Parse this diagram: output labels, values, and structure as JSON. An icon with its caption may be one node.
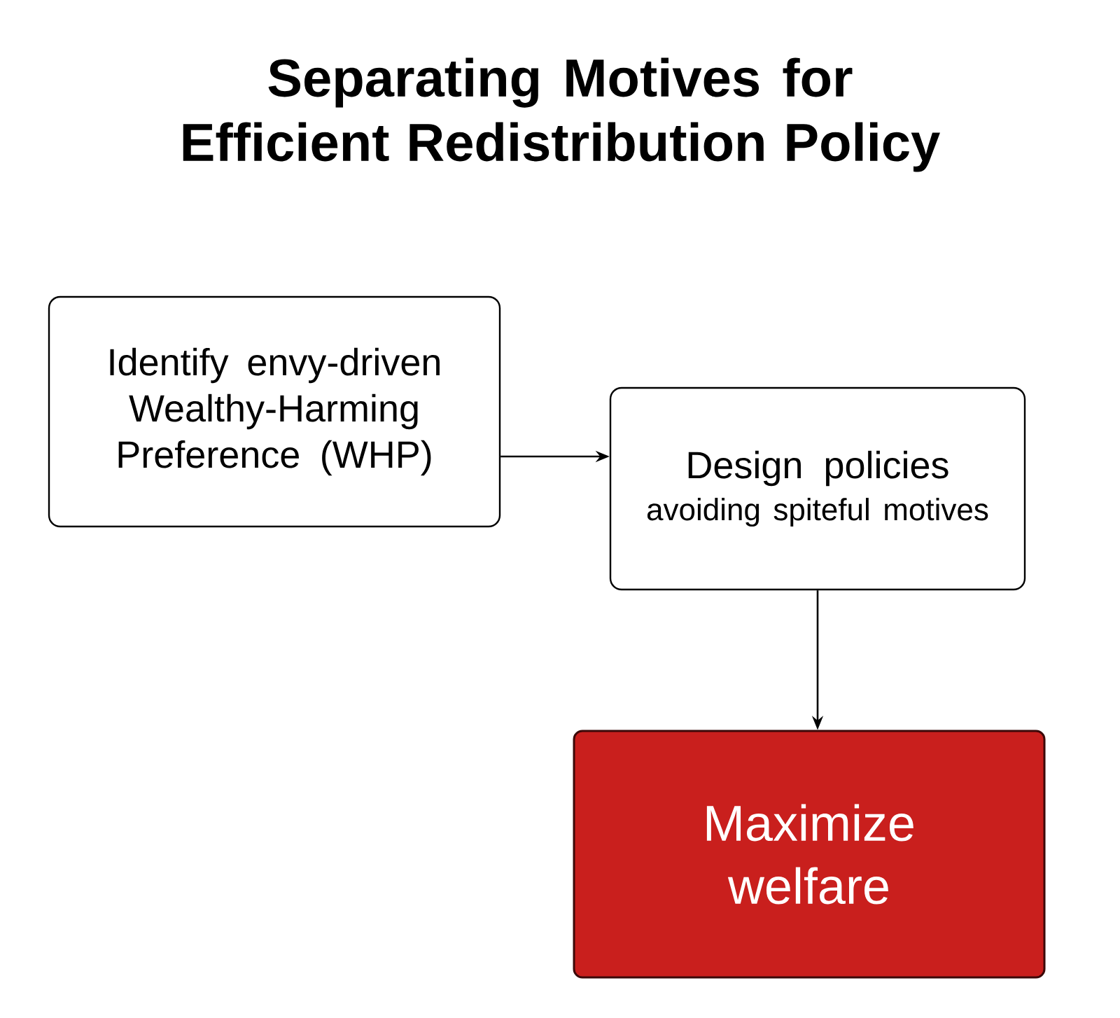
{
  "diagram": {
    "title": "Separating Motives for Efficient Redistribution Policy",
    "nodes": [
      {
        "text": [
          "Identify envy-driven Wealthy-Harming Preference (WHP)"
        ]
      },
      {
        "text": [
          "Design policies",
          "avoiding spiteful motives"
        ]
      },
      {
        "text": [
          "Maximize welfare"
        ]
      }
    ],
    "edges": [
      {
        "from": 0,
        "to": 1,
        "arrow": "to"
      },
      {
        "from": 1,
        "to": 2,
        "arrow": "to"
      }
    ]
  }
}
